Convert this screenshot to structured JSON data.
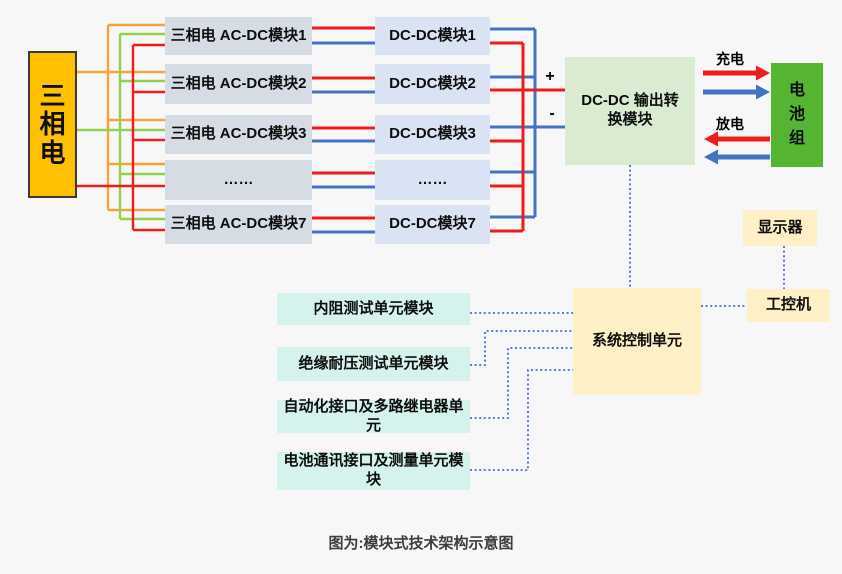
{
  "colors": {
    "source_fill": "#ffc000",
    "acdc_fill": "#d6dce4",
    "dcdc_fill": "#dae3f3",
    "output_fill": "#d9ecd2",
    "battery_fill": "#55b431",
    "yellow_fill": "#fdf0c6",
    "cyan_fill": "#d5f3ec",
    "wire_orange": "#f4a43b",
    "wire_green": "#92d050",
    "wire_red": "#ee1c1d",
    "wire_blue": "#4472c4"
  },
  "source": {
    "label": "三相电"
  },
  "acdc": [
    "三相电 AC-DC模块1",
    "三相电 AC-DC模块2",
    "三相电 AC-DC模块3",
    "……",
    "三相电 AC-DC模块7"
  ],
  "dcdc": [
    "DC-DC模块1",
    "DC-DC模块2",
    "DC-DC模块3",
    "……",
    "DC-DC模块7"
  ],
  "output_module": {
    "label": "DC-DC 输出转换模块",
    "plus": "+",
    "minus": "-"
  },
  "battery": {
    "label": "电池组",
    "charge": "充电",
    "discharge": "放电"
  },
  "control": {
    "label": "系统控制单元",
    "display": "显示器",
    "ipc": "工控机"
  },
  "test_units": [
    "内阻测试单元模块",
    "绝缘耐压测试单元模块",
    "自动化接口及多路继电器单元",
    "电池通讯接口及测量单元模块"
  ],
  "caption": "图为:模块式技术架构示意图"
}
